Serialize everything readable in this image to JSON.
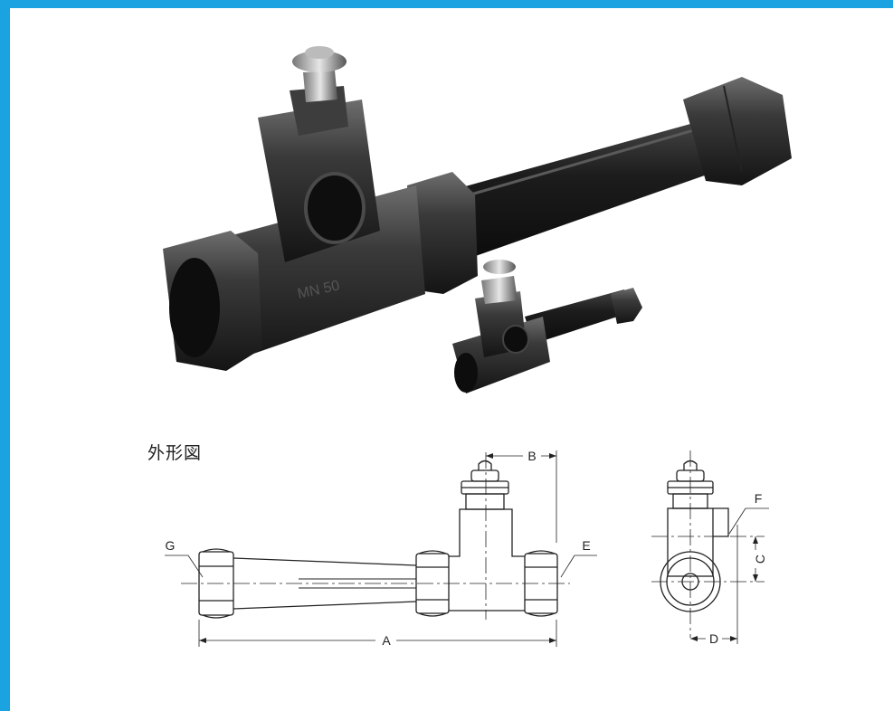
{
  "theme": {
    "frame_color": "#1aa3e0",
    "ink_color": "#222222"
  },
  "section_title": "外形図",
  "dimensions": {
    "a": "A",
    "b": "B",
    "c": "C",
    "d": "D",
    "e": "E",
    "f": "F",
    "g": "G"
  },
  "photo": {
    "main_icon": "flow-sight-glass-valve-icon",
    "small_icon": "small-flow-sight-glass-valve-icon"
  }
}
